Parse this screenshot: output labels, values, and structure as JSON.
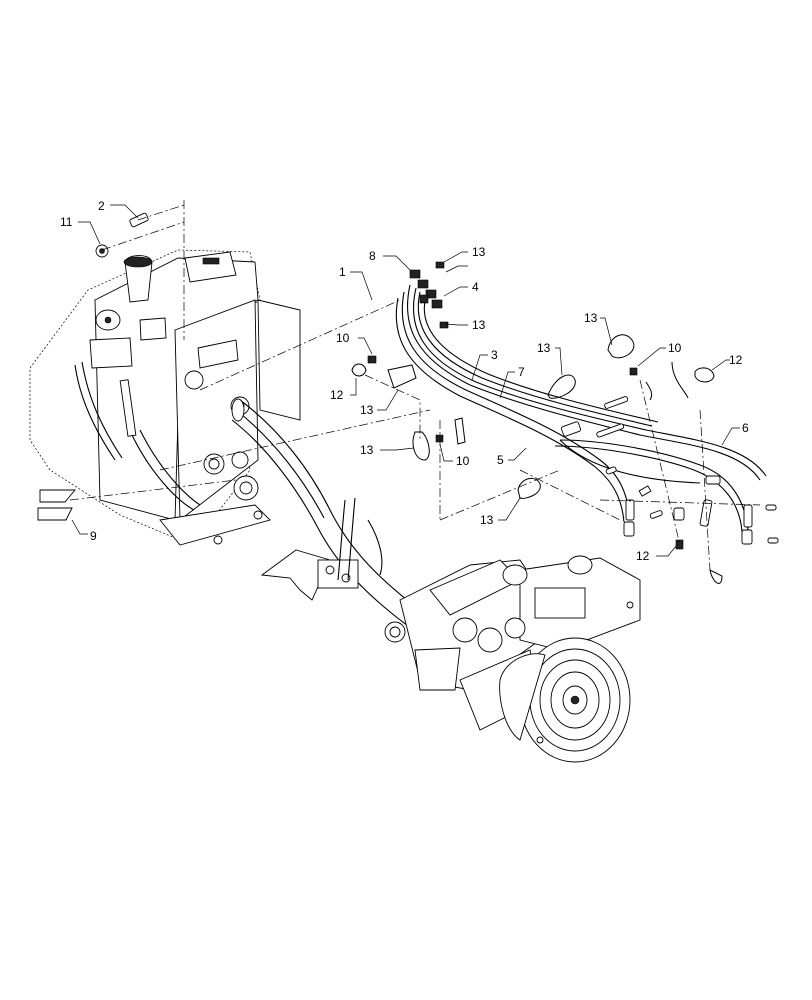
{
  "callouts": {
    "c1": "1",
    "c2": "2",
    "c3": "3",
    "c4": "4",
    "c5": "5",
    "c6": "6",
    "c7": "7",
    "c8": "8",
    "c9": "9",
    "c10a": "10",
    "c10b": "10",
    "c10c": "10",
    "c11": "11",
    "c12a": "12",
    "c12b": "12",
    "c12c": "12",
    "c13a": "13",
    "c13b": "13",
    "c13c": "13",
    "c13d": "13",
    "c13e": "13",
    "c13f": "13",
    "c13g": "13"
  },
  "colors": {
    "line": "#000000",
    "background": "#ffffff"
  },
  "icons": [
    "hydraulic-tank",
    "hydrostatic-pump",
    "hose-assembly",
    "hose-clamp",
    "fitting",
    "cap-plug"
  ]
}
